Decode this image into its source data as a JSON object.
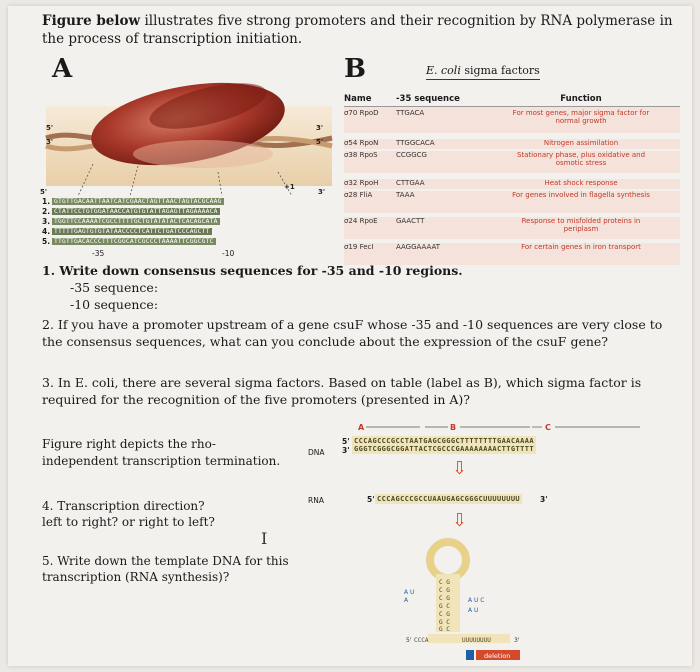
{
  "title_bold": "Figure below",
  "title_rest": " illustrates five strong promoters and their recognition by RNA polymerase in the process of transcription initiation.",
  "panel_a_label": "A",
  "panel_b_label": "B",
  "table_title_italic": "E. coli",
  "table_title_rest": " sigma factors",
  "table_headers": {
    "name": "Name",
    "seq": "-35 sequence",
    "function": "Function"
  },
  "sigma_rows": [
    {
      "sigma": "σ70",
      "gene": "RpoD",
      "seq": "TTGACA",
      "function": "For most genes, major sigma factor for normal growth"
    },
    {
      "sigma": "σ54",
      "gene": "RpoN",
      "seq": "TTGGCACA",
      "function": "Nitrogen assimilation"
    },
    {
      "sigma": "σ38",
      "gene": "RpoS",
      "seq": "CCGGCG",
      "function": "Stationary phase, plus oxidative and osmotic stress"
    },
    {
      "sigma": "σ32",
      "gene": "RpoH",
      "seq": "CTTGAA",
      "function": "Heat shock response"
    },
    {
      "sigma": "σ28",
      "gene": "FliA",
      "seq": "TAAA",
      "function": "For genes involved in flagella synthesis"
    },
    {
      "sigma": "σ24",
      "gene": "RpoE",
      "seq": "GAACTT",
      "function": "Response to misfolded proteins in periplasm"
    },
    {
      "sigma": "σ19",
      "gene": "FecI",
      "seq": "AAGGAAAAT",
      "function": "For certain genes in iron transport"
    }
  ],
  "promoter_lines": [
    {
      "num": "1.",
      "seq": "GTGTTGACAATTAATCATCGAACTAGTTAACTAGTACGCAAG"
    },
    {
      "num": "2.",
      "seq": "CTATTCCTGTGGATAACCATGTGTATTAGAGTTAGAAAACA"
    },
    {
      "num": "3.",
      "seq": "TGGTTCCAAAATCGCCTTTTGCTGTATATACTCACAGCATA"
    },
    {
      "num": "4.",
      "seq": "TTTTTGAGTGTGTATAACCCCTCATTCTGATCCCAGCTT"
    },
    {
      "num": "5.",
      "seq": "TTGTTGACACCCTTTCGGCATCGCCCTAAAATTCGGCGTC"
    }
  ],
  "strand_labels": {
    "five_prime": "5'",
    "three_prime": "3'",
    "plus_one": "+1",
    "minus35": "-35",
    "minus10": "-10"
  },
  "q1_label": "1. Write down consensus sequences for -35 and -10 regions.",
  "q1_sub1": "-35 sequence:",
  "q1_sub2": "-10 sequence:",
  "q2_text": "2. If you have a promoter upstream of a gene csuF whose -35 and -10 sequences are very close to the consensus sequences, what can you conclude about the expression of the csuF gene?",
  "q3_text": "3. In E. coli, there are several sigma factors. Based on table (label as B), which sigma factor is required for the recognition of the five promoters (presented in A)?",
  "fig_right_label": "Figure right depicts the rho-independent transcription termination.",
  "dna_label": "DNA",
  "rna_label": "RNA",
  "dna_region_labels": {
    "a": "A",
    "b": "B",
    "c": "C"
  },
  "dna_top": "CCCAGCCCGCCTAATGAGCGGGCTTTTTTTTGAACAAAA",
  "dna_bottom": "GGGTCGGGCGGATTACTCGCCCGAAAAAAAACTTGTTTT",
  "rna_seq": "CCCAGCCCGCCUAAUGAGCGGGCUUUUUUUU",
  "q4_line1": "4. Transcription direction?",
  "q4_line2": "left to right? or right to left?",
  "q5_line1": "5. Write down the template DNA for this",
  "q5_line2": "transcription (RNA synthesis)?",
  "hairpin": {
    "tail": "UUUUUUUU",
    "lead": "CCCA",
    "deletion": "deletion",
    "mut1": "A U C",
    "mut2": "A U"
  },
  "cursor_glyph": "I"
}
